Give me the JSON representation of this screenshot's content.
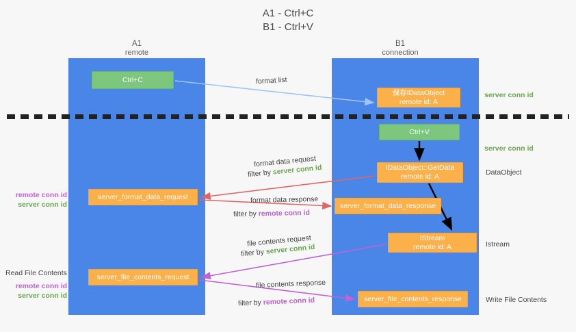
{
  "title": {
    "line1": "A1 - Ctrl+C",
    "line2": "B1 - Ctrl+V"
  },
  "columns": {
    "left": {
      "name": "A1",
      "role": "remote"
    },
    "right": {
      "name": "B1",
      "role": "connection"
    }
  },
  "nodes": {
    "ctrl_c": {
      "line1": "Ctrl+C",
      "line2": ""
    },
    "save_dataobject": {
      "line1": "保存IDataObject",
      "line2": "remote id: A"
    },
    "ctrl_v": {
      "line1": "Ctrl+V",
      "line2": ""
    },
    "getdata": {
      "line1": "IDataObject::GetData",
      "line2": "remote id: A"
    },
    "format_data_request": {
      "line1": "server_format_data_request",
      "line2": ""
    },
    "format_data_response": {
      "line1": "server_format_data_response",
      "line2": ""
    },
    "istream": {
      "line1": "IStream",
      "line2": "remote id: A"
    },
    "file_contents_request": {
      "line1": "server_file_contents_request",
      "line2": ""
    },
    "file_contents_response": {
      "line1": "server_file_contents_response",
      "line2": ""
    }
  },
  "edge_labels": {
    "format_list": "format list",
    "format_data_request": "format data request",
    "format_data_request_filter_prefix": "filter by ",
    "format_data_request_filter_value": "server conn id",
    "format_data_response": "format data response",
    "format_data_response_filter_prefix": "filter by ",
    "format_data_response_filter_value": "remote conn id",
    "file_contents_request": "file contents request",
    "file_contents_request_filter_prefix": "filter by ",
    "file_contents_request_filter_value": "server conn id",
    "file_contents_response": "file contents response",
    "file_contents_response_filter_prefix": "filter by ",
    "file_contents_response_filter_value": "remote conn id"
  },
  "annotations": {
    "right": {
      "server_conn_id_top": "server conn id",
      "server_conn_id_mid": "server conn id",
      "dataobject": "DataObject",
      "istream": "Istream",
      "write_file_contents": "Write File Contents"
    },
    "left": {
      "remote_conn_id_1": "remote conn id",
      "server_conn_id_1": "server conn id",
      "read_file_contents": "Read File Contents",
      "remote_conn_id_2": "remote conn id",
      "server_conn_id_2": "server conn id"
    }
  },
  "colors": {
    "lane": "#4a86e8",
    "node_green": "#7dc67d",
    "node_orange": "#fbb04a",
    "background": "#f7f7f7",
    "server_conn_id": "#6aa84f",
    "remote_conn_id": "#c061d6",
    "arrow_blue": "#9fc5f8",
    "arrow_red": "#e06666",
    "arrow_magenta": "#c061d6",
    "arrow_black": "#000000",
    "separator": "#222222"
  }
}
